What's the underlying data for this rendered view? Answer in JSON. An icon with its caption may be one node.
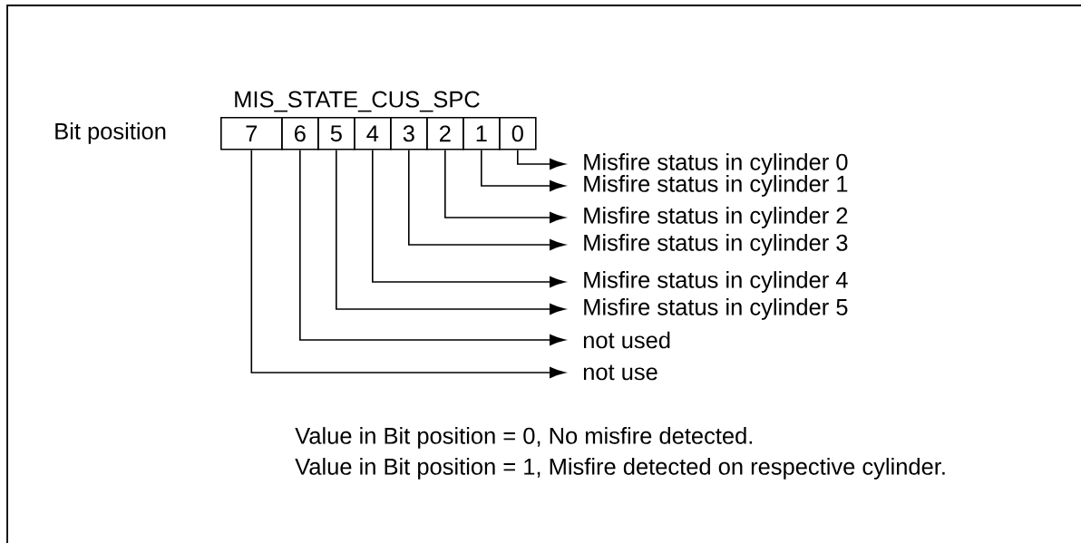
{
  "diagram": {
    "nodes": [
      {
        "text": [
          "7"
        ]
      },
      {
        "text": [
          "6"
        ]
      },
      {
        "text": [
          "5"
        ]
      },
      {
        "text": [
          "4"
        ]
      },
      {
        "text": [
          "3"
        ]
      },
      {
        "text": [
          "2"
        ]
      },
      {
        "text": [
          "1"
        ]
      },
      {
        "text": [
          "0"
        ]
      },
      {
        "text": [
          "Misfire status in cylinder 0"
        ]
      },
      {
        "text": [
          "Misfire status in cylinder 1"
        ]
      },
      {
        "text": [
          "Misfire status in cylinder 2"
        ]
      },
      {
        "text": [
          "Misfire status in cylinder 3"
        ]
      },
      {
        "text": [
          "Misfire status in cylinder 4"
        ]
      },
      {
        "text": [
          "Misfire status in cylinder 5"
        ]
      },
      {
        "text": [
          "not used"
        ]
      },
      {
        "text": [
          "not use"
        ]
      }
    ],
    "edges": [
      {
        "from": 7,
        "to": 8,
        "arrow": "to"
      },
      {
        "from": 6,
        "to": 9,
        "arrow": "to"
      },
      {
        "from": 5,
        "to": 10,
        "arrow": "to"
      },
      {
        "from": 4,
        "to": 11,
        "arrow": "to"
      },
      {
        "from": 3,
        "to": 12,
        "arrow": "to"
      },
      {
        "from": 2,
        "to": 13,
        "arrow": "to"
      },
      {
        "from": 1,
        "to": 14,
        "arrow": "to"
      },
      {
        "from": 0,
        "to": 15,
        "arrow": "to"
      }
    ],
    "labels": [
      "MIS_STATE_CUS_SPC",
      "Bit position",
      "Value in Bit position = 0, No misfire detected.",
      "Value in Bit position = 1, Misfire detected on respective cylinder."
    ]
  }
}
